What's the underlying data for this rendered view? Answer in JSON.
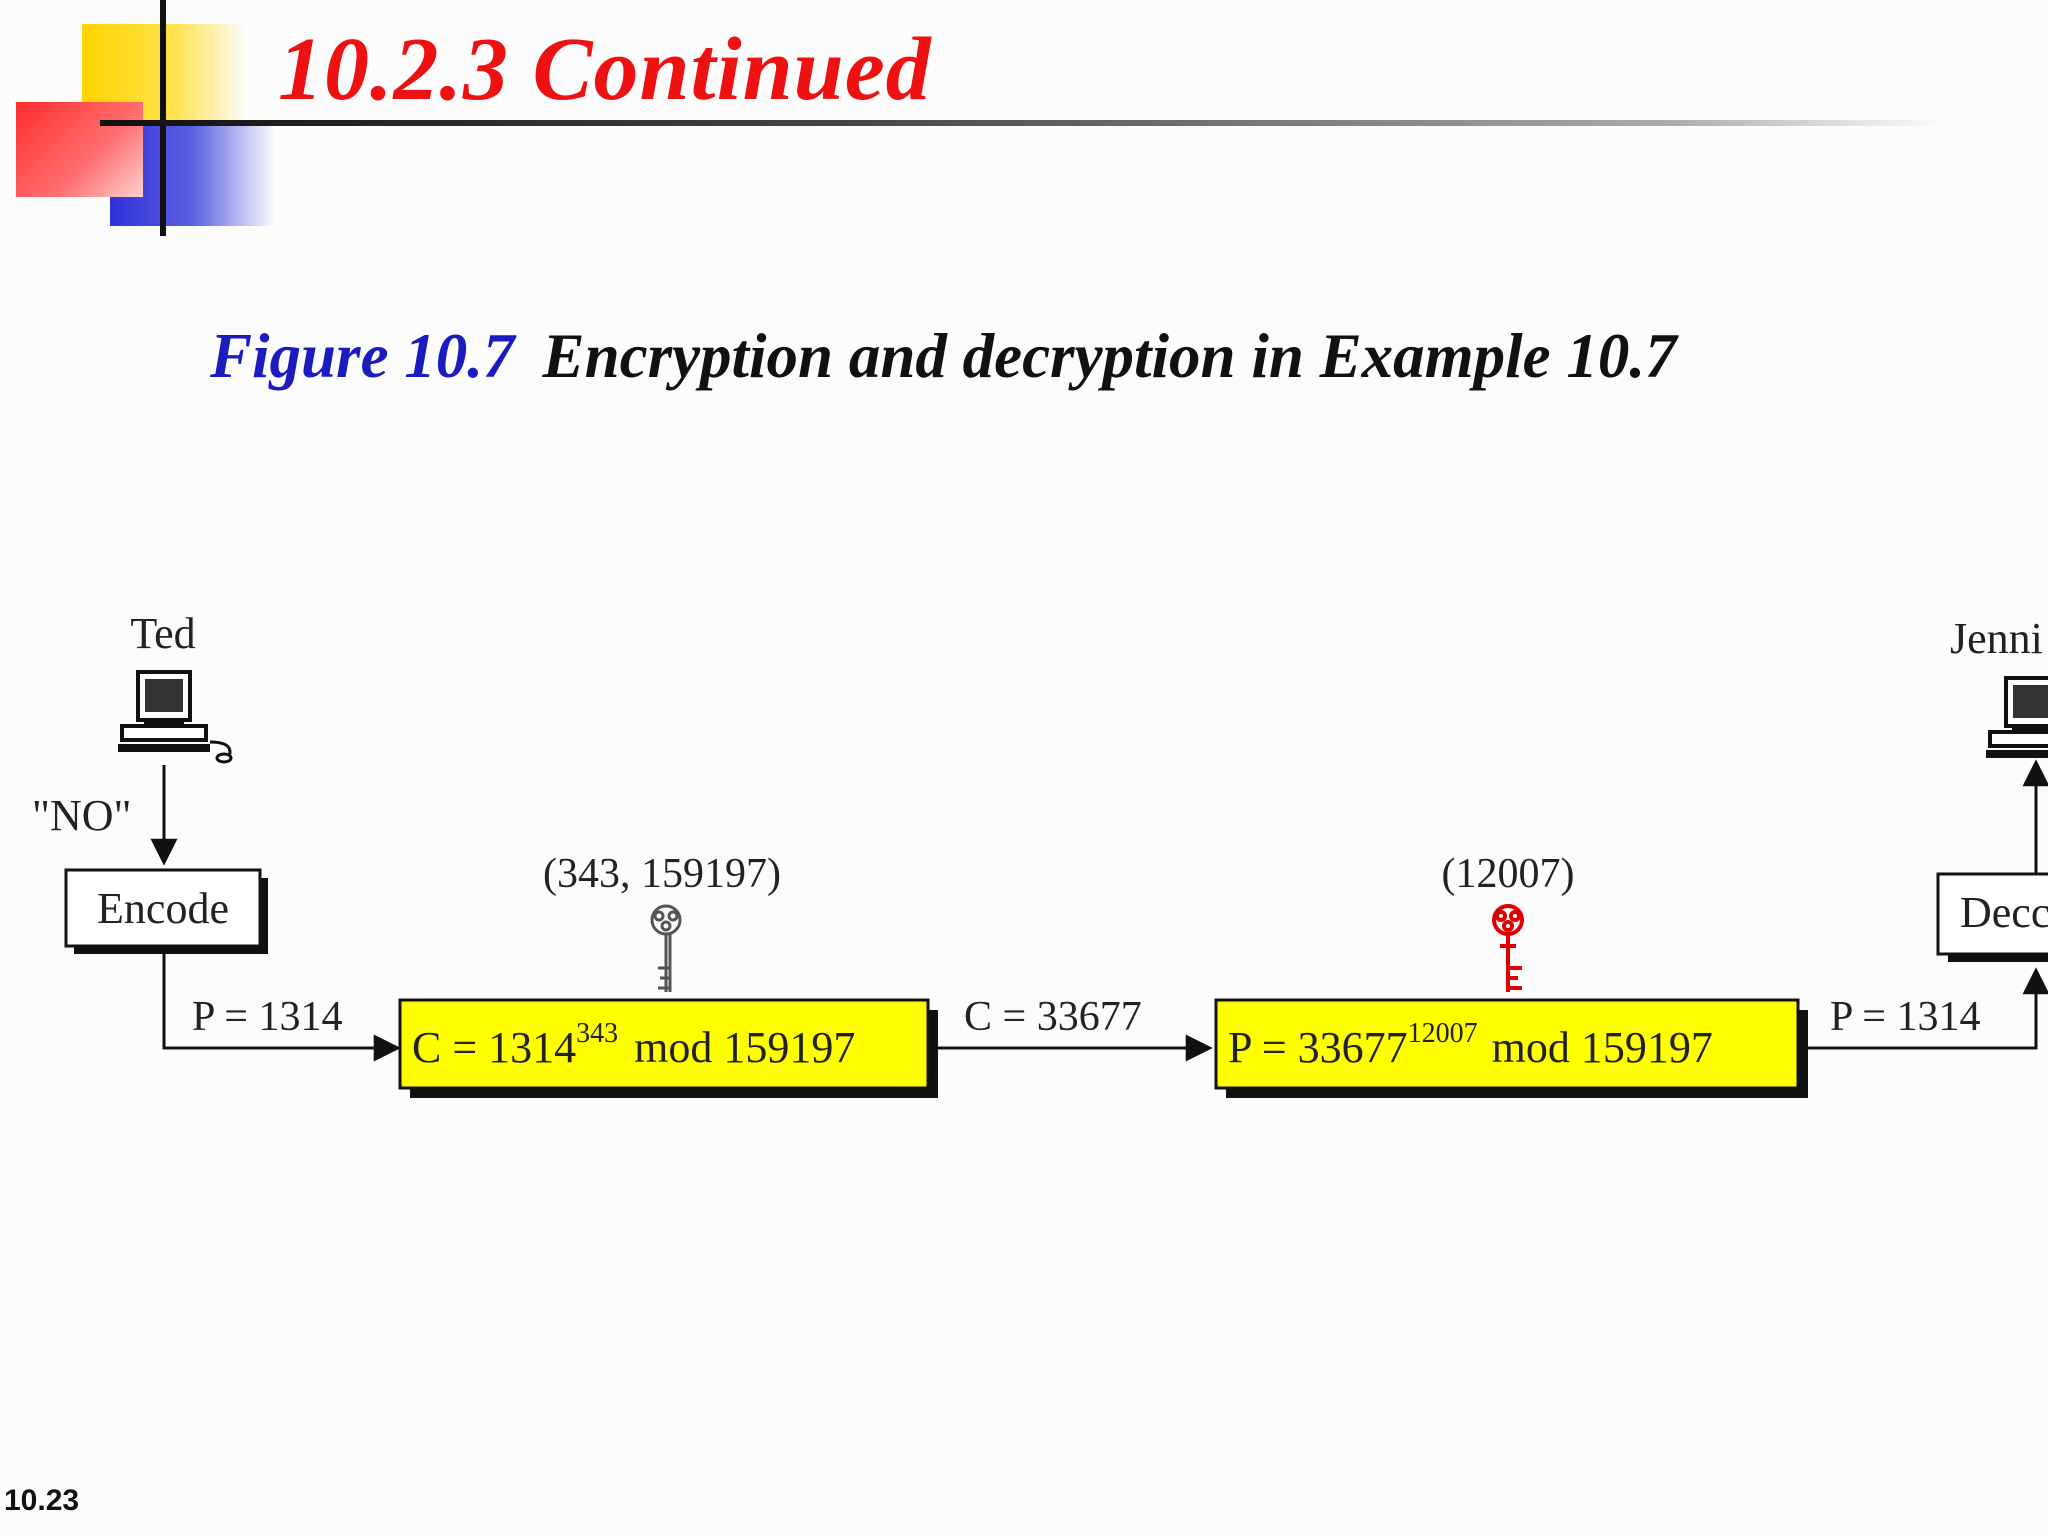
{
  "slide": {
    "title": "10.2.3  Continued",
    "number": "10.23"
  },
  "figure": {
    "number": "Figure 10.7",
    "caption": "Encryption and decryption in Example 10.7"
  },
  "diagram": {
    "sender": "Ted",
    "receiver": "Jenni",
    "message": "\"NO\"",
    "encode_label": "Encode",
    "decode_label": "Decc",
    "plaintext_left": "P = 1314",
    "ciphertext": "C = 33677",
    "plaintext_right": "P = 1314",
    "public_key": "(343, 159197)",
    "private_key": "(12007)",
    "encrypt_box": {
      "base": "C = 1314",
      "exponent": "343",
      "modulus": "mod 159197"
    },
    "decrypt_box": {
      "base": "P = 33677",
      "exponent": "12007",
      "modulus": "mod 159197"
    },
    "colors": {
      "box_fill": "#ffff00",
      "public_key": "#555555",
      "private_key": "#e00000",
      "title": "#ee1111",
      "figure_number": "#1b1bbf"
    }
  }
}
